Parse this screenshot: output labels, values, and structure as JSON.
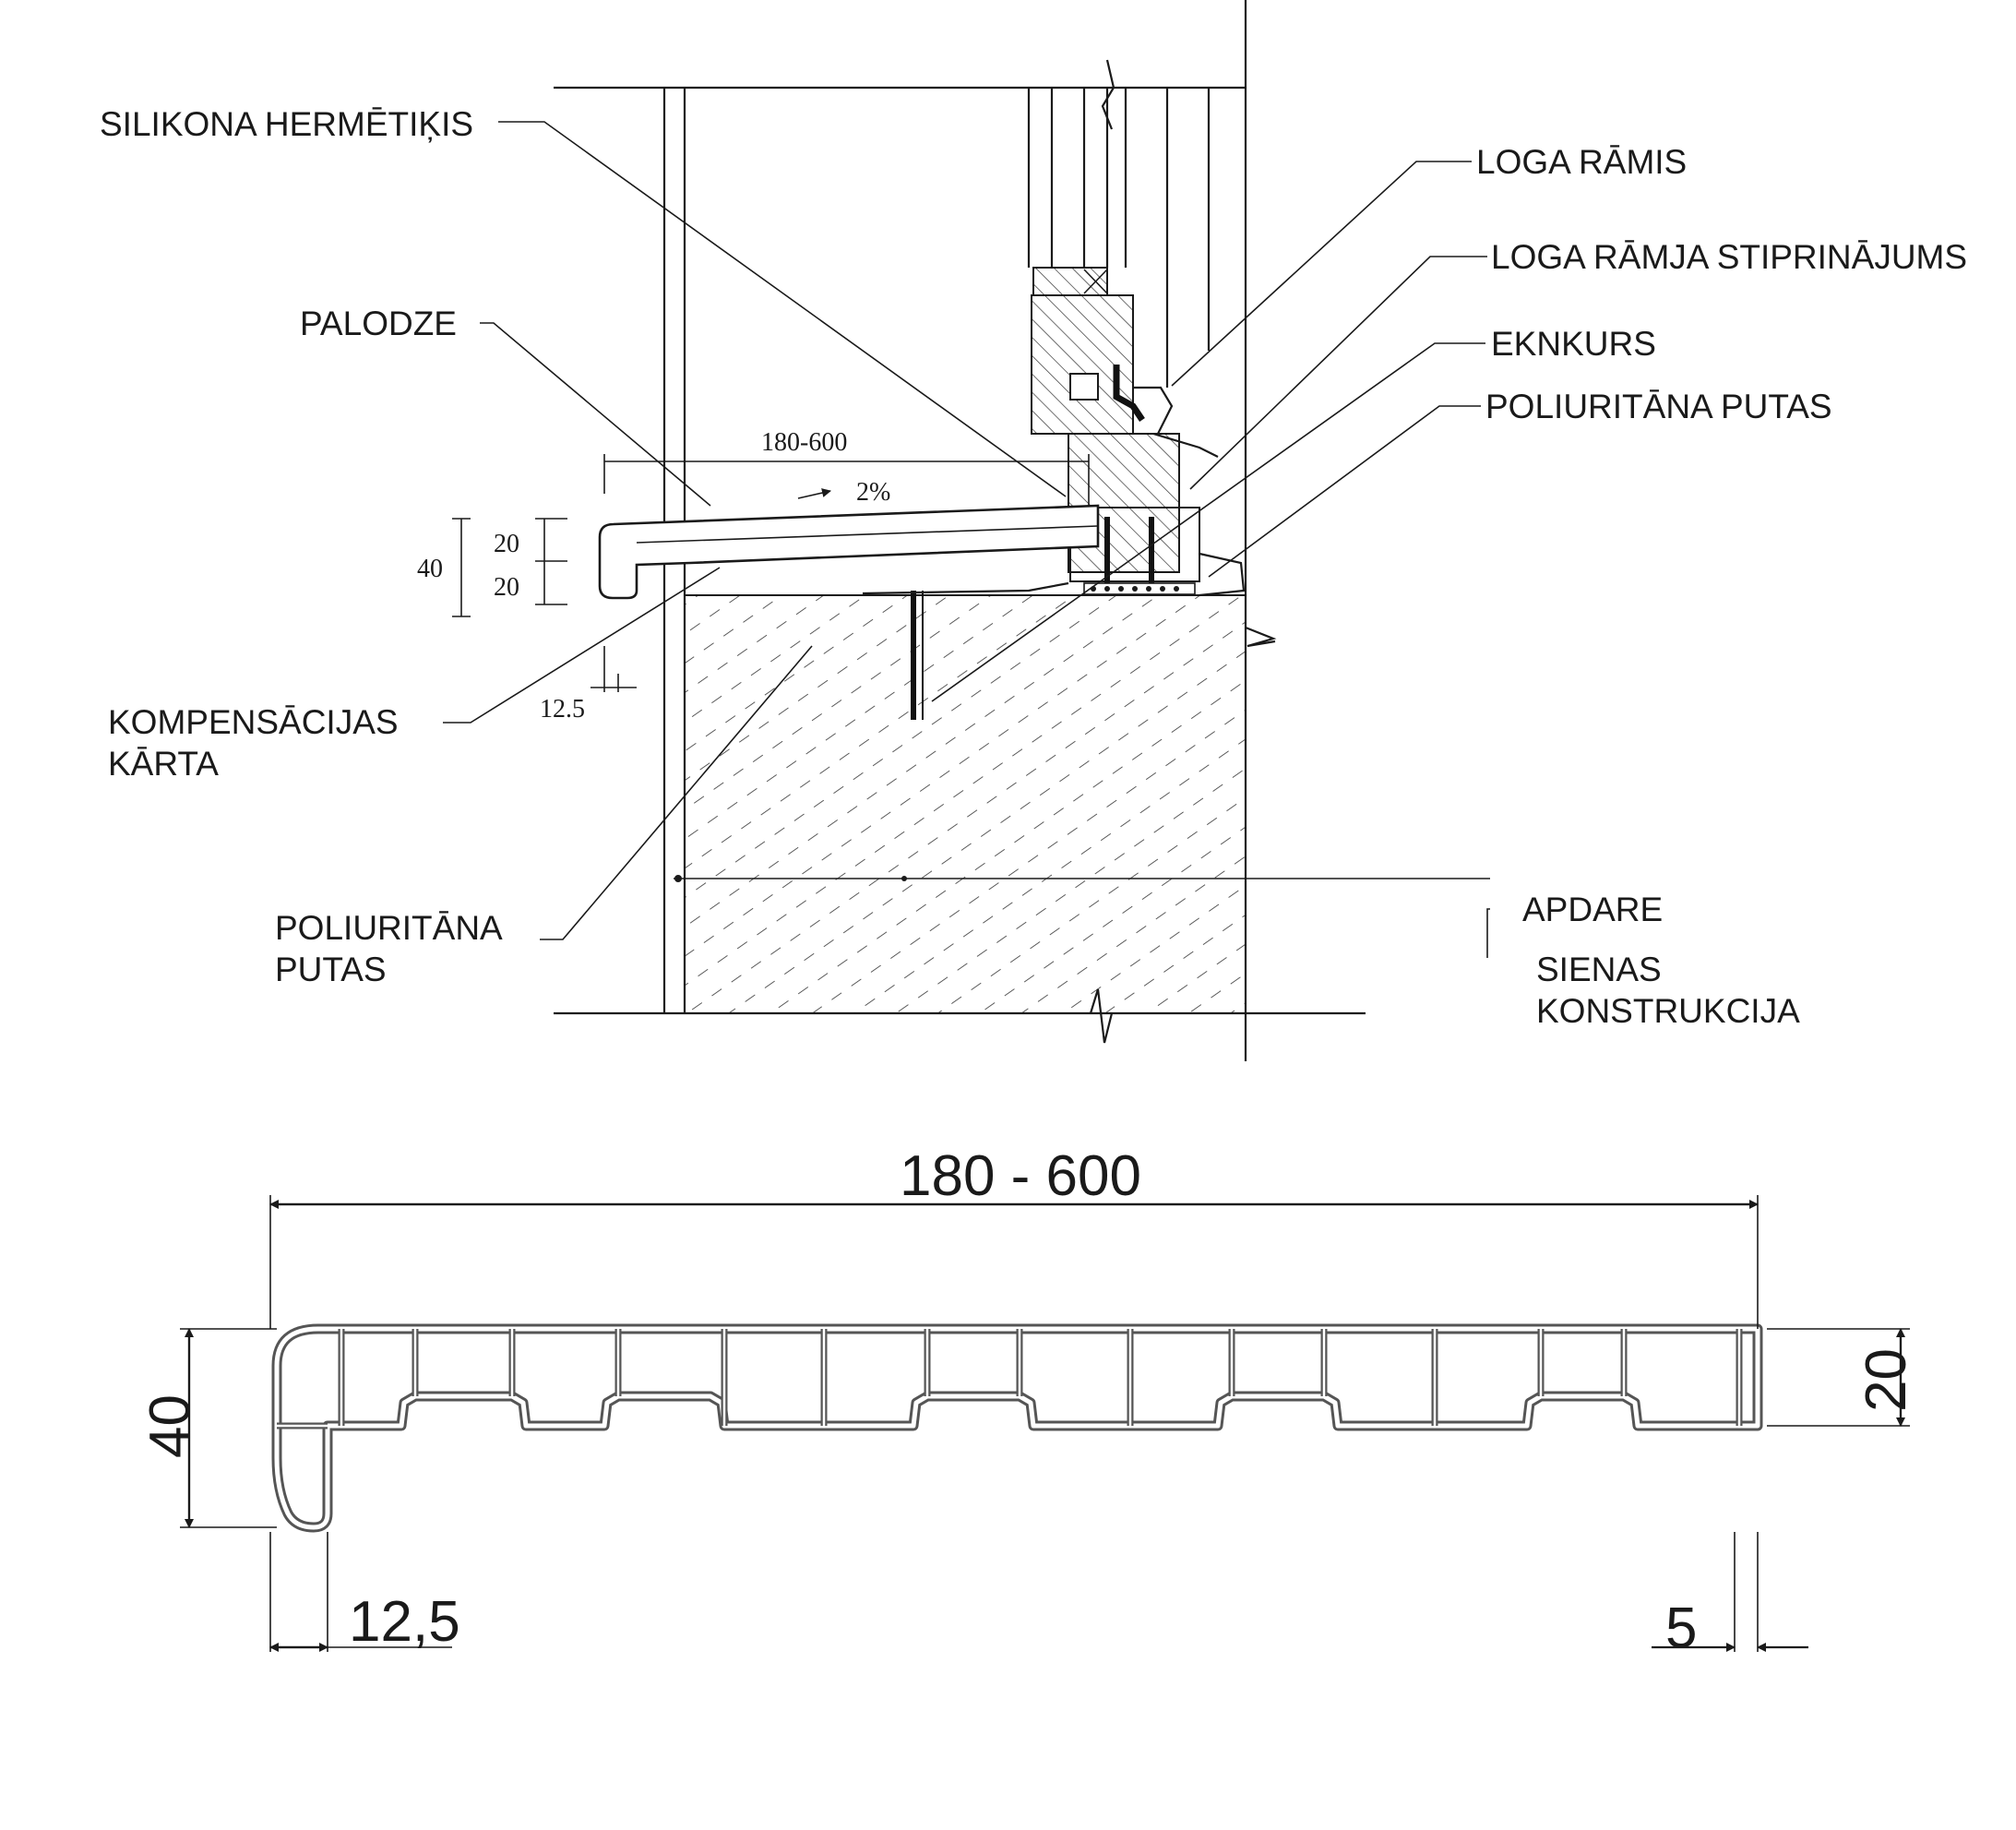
{
  "callouts_left": [
    {
      "id": "silikona",
      "lines": [
        "SILIKONA HERMĒTIĶIS"
      ]
    },
    {
      "id": "palodze",
      "lines": [
        "PALODZE"
      ]
    },
    {
      "id": "kompensacijas",
      "lines": [
        "KOMPENSĀCIJAS",
        "KĀRTA"
      ]
    },
    {
      "id": "putas-left",
      "lines": [
        "POLIURITĀNA",
        "PUTAS"
      ]
    }
  ],
  "callouts_right": [
    {
      "id": "loga-ramis",
      "lines": [
        "LOGA RĀMIS"
      ]
    },
    {
      "id": "stiprinajums",
      "lines": [
        "LOGA RĀMJA STIPRINĀJUMS"
      ]
    },
    {
      "id": "eknkurs",
      "lines": [
        "EKNKURS"
      ]
    },
    {
      "id": "putas-right",
      "lines": [
        "POLIURITĀNA PUTAS"
      ]
    },
    {
      "id": "apdare",
      "lines": [
        "APDARE"
      ]
    },
    {
      "id": "sienas",
      "lines": [
        "SIENAS",
        "KONSTRUKCIJA"
      ]
    }
  ],
  "section_dims": {
    "width": "180-600",
    "slope": "2%",
    "height_total": "40",
    "height_top": "20",
    "height_bottom": "20",
    "nose": "12.5"
  },
  "profile_dims": {
    "width": "180 - 600",
    "height": "40",
    "height_right": "20",
    "nose": "12,5",
    "end": "5"
  }
}
